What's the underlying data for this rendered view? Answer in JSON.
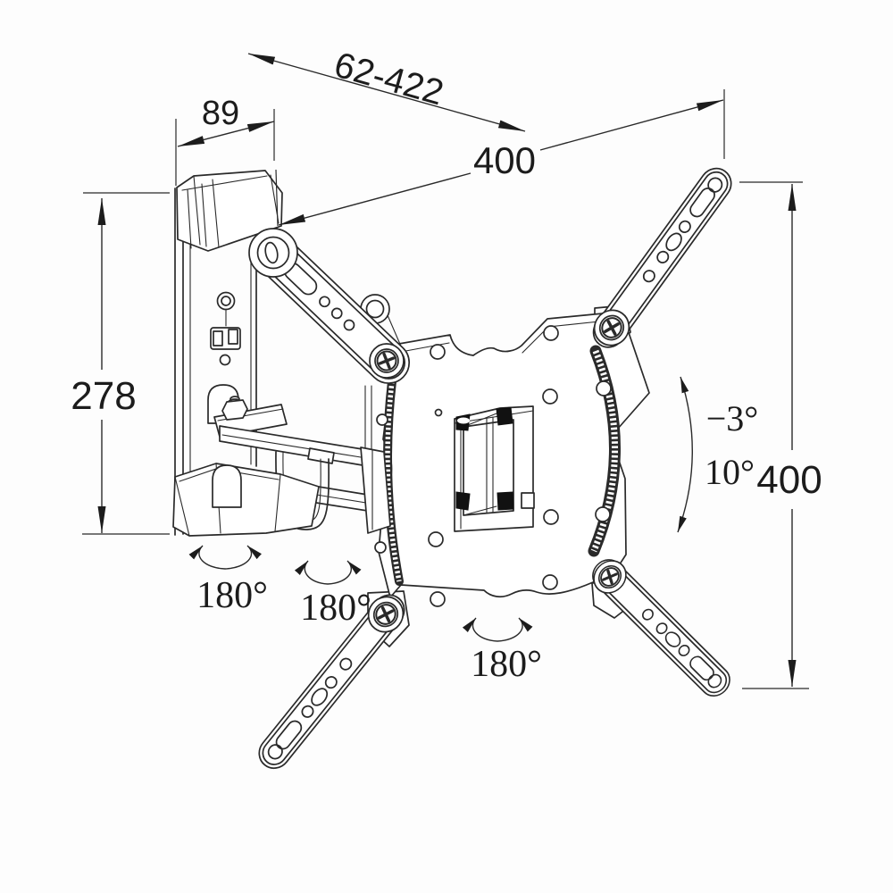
{
  "diagram": "tv-wall-mount-technical-drawing",
  "colors": {
    "background": "#fdfdfd",
    "line": "#2a2a2a"
  },
  "labels": {
    "extension_range": "62-422",
    "bracket_depth": "89",
    "wall_plate_height": "278",
    "vesa_width": "400",
    "vesa_height": "400",
    "tilt_up": "−3°",
    "tilt_down": "10°",
    "swivel_base": "180°",
    "swivel_arm": "180°",
    "swivel_plate": "180°"
  }
}
